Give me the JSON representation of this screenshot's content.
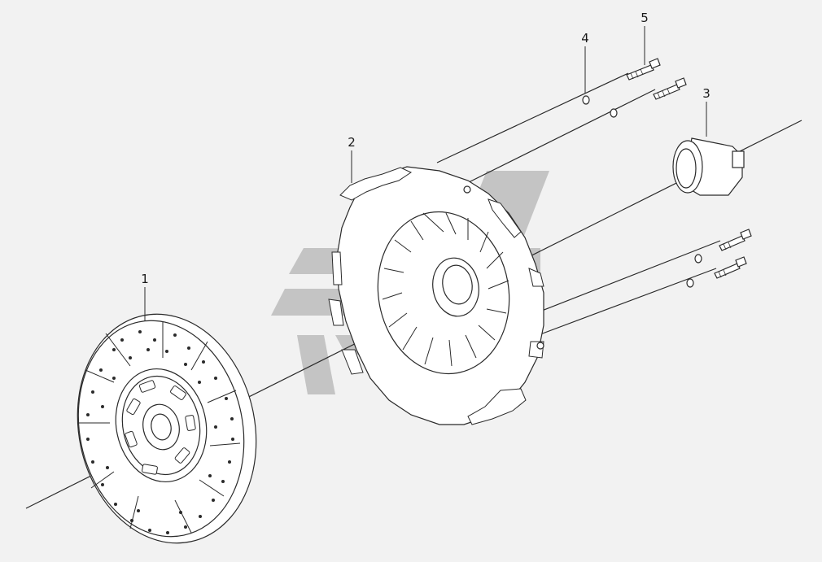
{
  "colors": {
    "background": "#f2f2f2",
    "line": "#2a2a2a",
    "part_fill": "#ffffff",
    "watermark": "#c4c4c4"
  },
  "watermark": {
    "icon": "brand-logo-watermark"
  },
  "callouts": [
    {
      "id": "1",
      "label": "1",
      "part": "clutch-driven-disc"
    },
    {
      "id": "2",
      "label": "2",
      "part": "pressure-plate-assembly"
    },
    {
      "id": "3",
      "label": "3",
      "part": "release-bearing"
    },
    {
      "id": "4",
      "label": "4",
      "part": "washer"
    },
    {
      "id": "5",
      "label": "5",
      "part": "bolt"
    }
  ]
}
